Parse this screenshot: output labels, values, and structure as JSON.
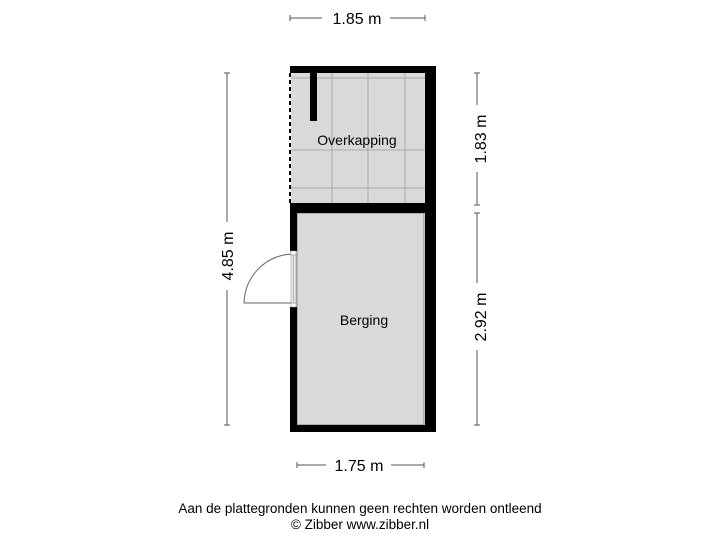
{
  "floorplan": {
    "rooms": [
      {
        "name": "Overkapping"
      },
      {
        "name": "Berging"
      }
    ],
    "dimensions": {
      "top_width": "1.85 m",
      "bottom_width": "1.75 m",
      "left_total_height": "4.85 m",
      "right_upper_height": "1.83 m",
      "right_lower_height": "2.92 m"
    },
    "colors": {
      "wall": "#000000",
      "floor": "#d9d9d9",
      "dim_line": "#555555"
    }
  },
  "footer": {
    "disclaimer": "Aan de plattegronden kunnen geen rechten worden ontleend",
    "copyright": "© Zibber www.zibber.nl"
  }
}
